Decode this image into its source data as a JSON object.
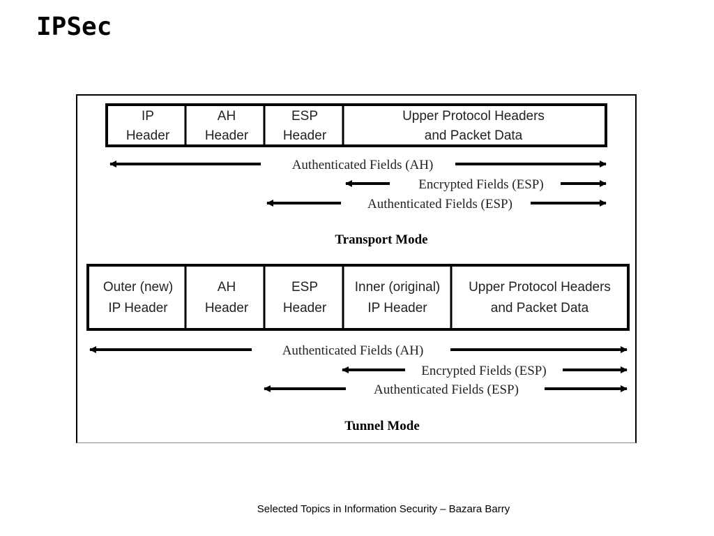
{
  "slide": {
    "title": "IPSec",
    "footer": "Selected Topics in Information Security – Bazara Barry"
  },
  "transport": {
    "cells": [
      {
        "line1": "IP",
        "line2": "Header"
      },
      {
        "line1": "AH",
        "line2": "Header"
      },
      {
        "line1": "ESP",
        "line2": "Header"
      },
      {
        "line1": "Upper Protocol Headers",
        "line2": "and Packet Data"
      }
    ],
    "arrows": {
      "auth_ah": "Authenticated Fields (AH)",
      "encrypted_esp": "Encrypted Fields (ESP)",
      "auth_esp": "Authenticated Fields (ESP)"
    },
    "mode_label": "Transport Mode"
  },
  "tunnel": {
    "cells": [
      {
        "line1": "Outer (new)",
        "line2": "IP Header"
      },
      {
        "line1": "AH",
        "line2": "Header"
      },
      {
        "line1": "ESP",
        "line2": "Header"
      },
      {
        "line1": "Inner (original)",
        "line2": "IP Header"
      },
      {
        "line1": "Upper Protocol Headers",
        "line2": "and Packet Data"
      }
    ],
    "arrows": {
      "auth_ah": "Authenticated Fields (AH)",
      "encrypted_esp": "Encrypted Fields (ESP)",
      "auth_esp": "Authenticated Fields (ESP)"
    },
    "mode_label": "Tunnel Mode"
  }
}
